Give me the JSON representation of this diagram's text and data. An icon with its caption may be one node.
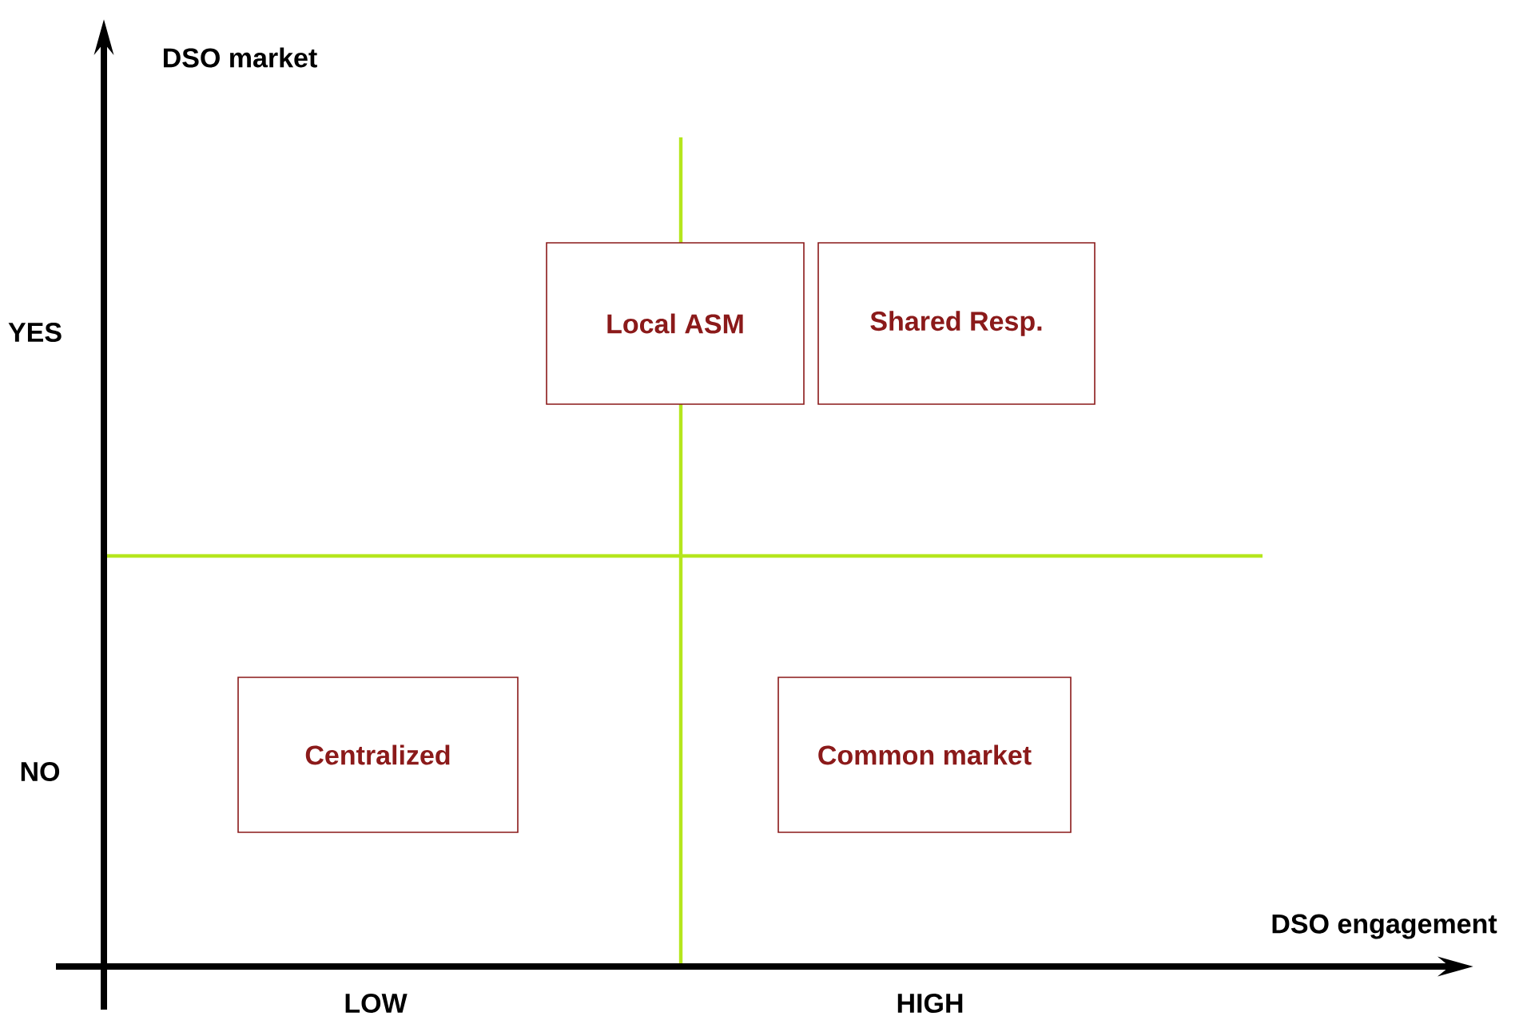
{
  "diagram": {
    "nodes": [
      {
        "text": [
          "Local ASM"
        ]
      },
      {
        "text": [
          "Shared Resp."
        ]
      },
      {
        "text": [
          "Centralized"
        ]
      },
      {
        "text": [
          "Common market"
        ]
      }
    ],
    "labels": [
      "DSO market",
      "YES",
      "NO",
      "DSO engagement",
      "LOW",
      "HIGH"
    ]
  }
}
